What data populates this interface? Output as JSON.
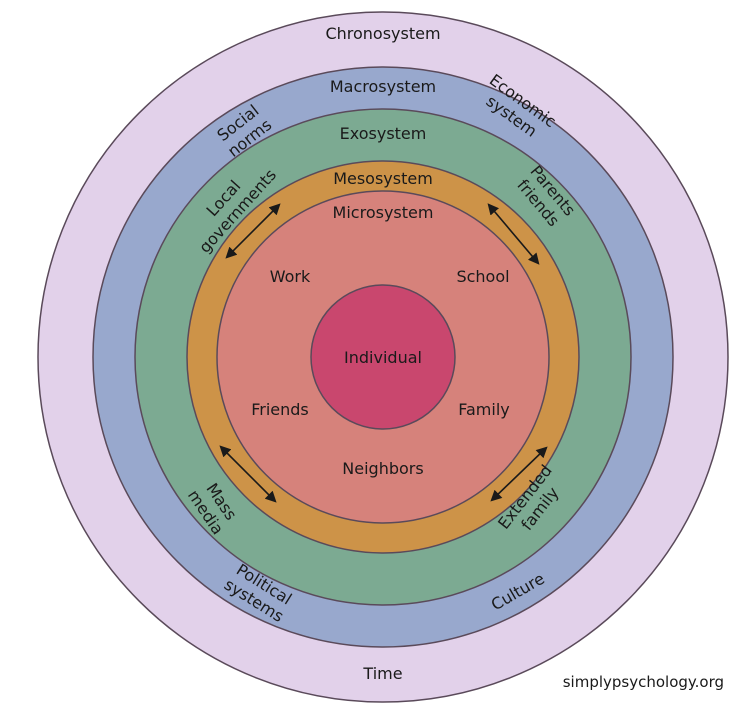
{
  "rings": {
    "chronosystem": {
      "label": "Chronosystem",
      "color": "#e2d1ea"
    },
    "macrosystem": {
      "label": "Macrosystem",
      "color": "#98a8cd"
    },
    "exosystem": {
      "label": "Exosystem",
      "color": "#7caa92"
    },
    "mesosystem": {
      "label": "Mesosystem",
      "color": "#cd9348"
    },
    "microsystem": {
      "label": "Microsystem",
      "color": "#d6827b"
    },
    "individual": {
      "label": "Individual",
      "color": "#c9476e"
    }
  },
  "outline_color": "#5a4a5a",
  "chrono_items": {
    "bottom": "Time"
  },
  "macro_items": {
    "top_left_1": "Social",
    "top_left_2": "norms",
    "top_right_1": "Economic",
    "top_right_2": "system",
    "bottom_left_1": "Political",
    "bottom_left_2": "systems",
    "bottom_right": "Culture"
  },
  "exo_items": {
    "top_left_1": "Local",
    "top_left_2": "governments",
    "top_right_1": "Parents",
    "top_right_2": "friends",
    "bottom_left_1": "Mass",
    "bottom_left_2": "media",
    "bottom_right_1": "Extended",
    "bottom_right_2": "family"
  },
  "micro_items": {
    "work": "Work",
    "school": "School",
    "friends": "Friends",
    "family": "Family",
    "neighbors": "Neighbors"
  },
  "watermark": "simplypsychology.org"
}
